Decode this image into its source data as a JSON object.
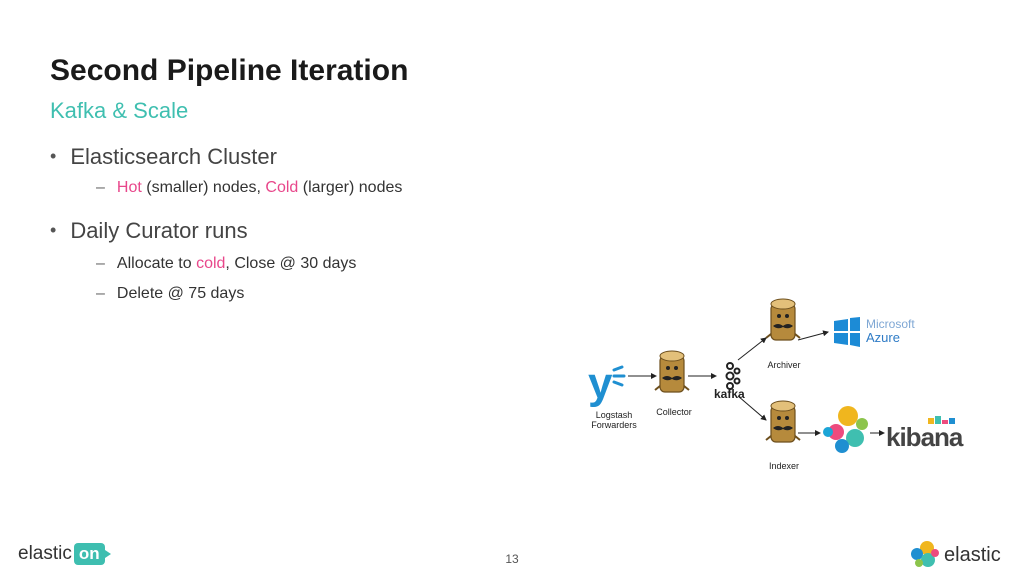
{
  "slide": {
    "title": "Second Pipeline Iteration",
    "subtitle": "Kafka & Scale",
    "bullets": [
      {
        "text": "Elasticsearch Cluster",
        "subs": [
          {
            "parts": [
              "Hot",
              " (smaller) nodes, ",
              "Cold",
              " (larger) nodes"
            ]
          }
        ]
      },
      {
        "text": "Daily Curator runs",
        "subs": [
          {
            "parts": [
              "Allocate to ",
              "cold",
              ", Close @ 30 days"
            ]
          },
          {
            "parts": [
              "Delete @ 75 days"
            ]
          }
        ]
      }
    ],
    "accent_color": "#e8478b",
    "subtitle_color": "#3fbfb0"
  },
  "diagram": {
    "nodes": {
      "forwarders": "Logstash\nForwarders",
      "forwarders_line1": "Logstash",
      "forwarders_line2": "Forwarders",
      "collector": "Collector",
      "kafka": "kafka",
      "archiver": "Archiver",
      "indexer": "Indexer",
      "microsoft": "Microsoft",
      "azure": "Azure",
      "kibana": "kibana"
    },
    "edges": [
      {
        "from": "forwarders",
        "to": "collector"
      },
      {
        "from": "collector",
        "to": "kafka"
      },
      {
        "from": "kafka",
        "to": "archiver"
      },
      {
        "from": "kafka",
        "to": "indexer"
      },
      {
        "from": "archiver",
        "to": "azure"
      },
      {
        "from": "indexer",
        "to": "elasticsearch"
      },
      {
        "from": "elasticsearch",
        "to": "kibana"
      }
    ]
  },
  "footer": {
    "left_logo_text": "elastic",
    "left_logo_badge": "on",
    "page_number": "13",
    "right_logo_text": "elastic"
  }
}
